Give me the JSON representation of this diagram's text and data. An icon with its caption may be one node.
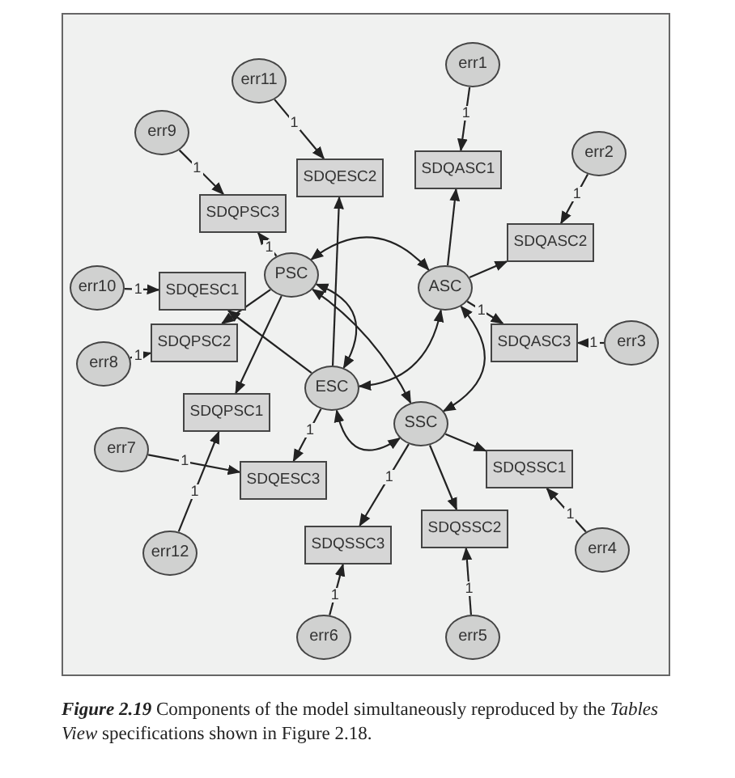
{
  "diagram": {
    "caption": "**Figure 2.19** Components of the model simultaneously reproduced by the *Tables View* specifications shown in Figure 2.18.",
    "nodes": [
      {
        "text": [
          "err11"
        ]
      },
      {
        "text": [
          "err1"
        ]
      },
      {
        "text": [
          "err9"
        ]
      },
      {
        "text": [
          "err2"
        ]
      },
      {
        "text": [
          "SDQASC1"
        ]
      },
      {
        "text": [
          "SDQESC2"
        ]
      },
      {
        "text": [
          "SDQPSC3"
        ]
      },
      {
        "text": [
          "SDQASC2"
        ]
      },
      {
        "text": [
          "SDQESC1"
        ]
      },
      {
        "text": [
          "SDQPSC2"
        ]
      },
      {
        "text": [
          "PSC"
        ]
      },
      {
        "text": [
          "ASC"
        ]
      },
      {
        "text": [
          "SDQASC3"
        ]
      },
      {
        "text": [
          "err3"
        ]
      },
      {
        "text": [
          "err10"
        ]
      },
      {
        "text": [
          "err8"
        ]
      },
      {
        "text": [
          "ESC"
        ]
      },
      {
        "text": [
          "SDQESC3"
        ]
      },
      {
        "text": [
          "SDQPSC1"
        ]
      },
      {
        "text": [
          "SSC"
        ]
      },
      {
        "text": [
          "err7"
        ]
      },
      {
        "text": [
          "SDQSSC1"
        ]
      },
      {
        "text": [
          "err12"
        ]
      },
      {
        "text": [
          "SDQSSC2"
        ]
      },
      {
        "text": [
          "SDQSSC3"
        ]
      },
      {
        "text": [
          "err4"
        ]
      },
      {
        "text": [
          "err6"
        ]
      },
      {
        "text": [
          "err5"
        ]
      }
    ],
    "edges": [
      {
        "from": 1,
        "to": 4,
        "arrow": "to",
        "label": "1"
      },
      {
        "from": 3,
        "to": 7,
        "arrow": "to",
        "label": "1"
      },
      {
        "from": 13,
        "to": 12,
        "arrow": "to",
        "label": "1"
      },
      {
        "from": 25,
        "to": 21,
        "arrow": "to",
        "label": "1"
      },
      {
        "from": 27,
        "to": 23,
        "arrow": "to",
        "label": "1"
      },
      {
        "from": 26,
        "to": 24,
        "arrow": "to",
        "label": "1"
      },
      {
        "from": 2,
        "to": 6,
        "arrow": "to",
        "label": "1"
      },
      {
        "from": 0,
        "to": 5,
        "arrow": "to",
        "label": "1"
      },
      {
        "from": 14,
        "to": 8,
        "arrow": "to",
        "label": "1"
      },
      {
        "from": 15,
        "to": 9,
        "arrow": "to",
        "label": "1"
      },
      {
        "from": 20,
        "to": 17,
        "arrow": "to",
        "label": "1"
      },
      {
        "from": 22,
        "to": 18,
        "arrow": "to",
        "label": "1"
      },
      {
        "from": 11,
        "to": 4,
        "arrow": "to"
      },
      {
        "from": 11,
        "to": 7,
        "arrow": "to"
      },
      {
        "from": 11,
        "to": 12,
        "arrow": "to",
        "label": "1"
      },
      {
        "from": 19,
        "to": 21,
        "arrow": "to"
      },
      {
        "from": 19,
        "to": 23,
        "arrow": "to"
      },
      {
        "from": 19,
        "to": 24,
        "arrow": "to",
        "label": "1"
      },
      {
        "from": 10,
        "to": 6,
        "arrow": "to",
        "label": "1"
      },
      {
        "from": 10,
        "to": 9,
        "arrow": "to"
      },
      {
        "from": 10,
        "to": 18,
        "arrow": "to"
      },
      {
        "from": 16,
        "to": 5,
        "arrow": "to"
      },
      {
        "from": 16,
        "to": 8,
        "arrow": "to"
      },
      {
        "from": 16,
        "to": 17,
        "arrow": "to",
        "label": "1"
      },
      {
        "from": 10,
        "to": 11,
        "arrow": "both"
      },
      {
        "from": 10,
        "to": 16,
        "arrow": "both"
      },
      {
        "from": 10,
        "to": 19,
        "arrow": "both"
      },
      {
        "from": 11,
        "to": 16,
        "arrow": "both"
      },
      {
        "from": 11,
        "to": 19,
        "arrow": "both"
      },
      {
        "from": 16,
        "to": 19,
        "arrow": "both"
      }
    ]
  }
}
